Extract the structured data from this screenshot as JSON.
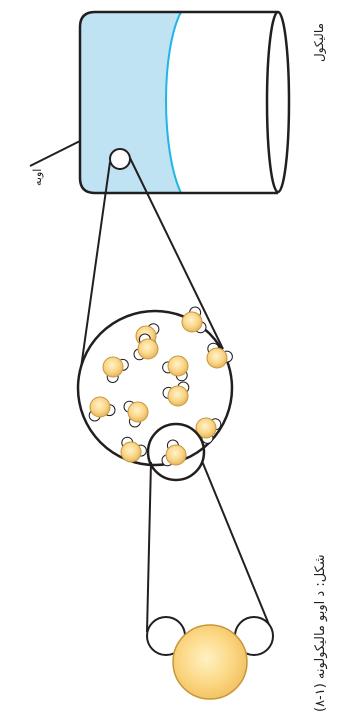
{
  "figure": {
    "top_label": "مالیکول",
    "water_label": "اوبه",
    "caption": "(۸-۱) شکل: د اوبو مالیکولونه"
  },
  "colors": {
    "water_fill": "#bfe3f2",
    "water_edge": "#1fb5e6",
    "outline": "#231f20",
    "oxygen": "#fbd98e",
    "oxygen_edge": "#c9963a",
    "hydrogen": "#ffffff",
    "large_oxygen": "#fcd987"
  }
}
